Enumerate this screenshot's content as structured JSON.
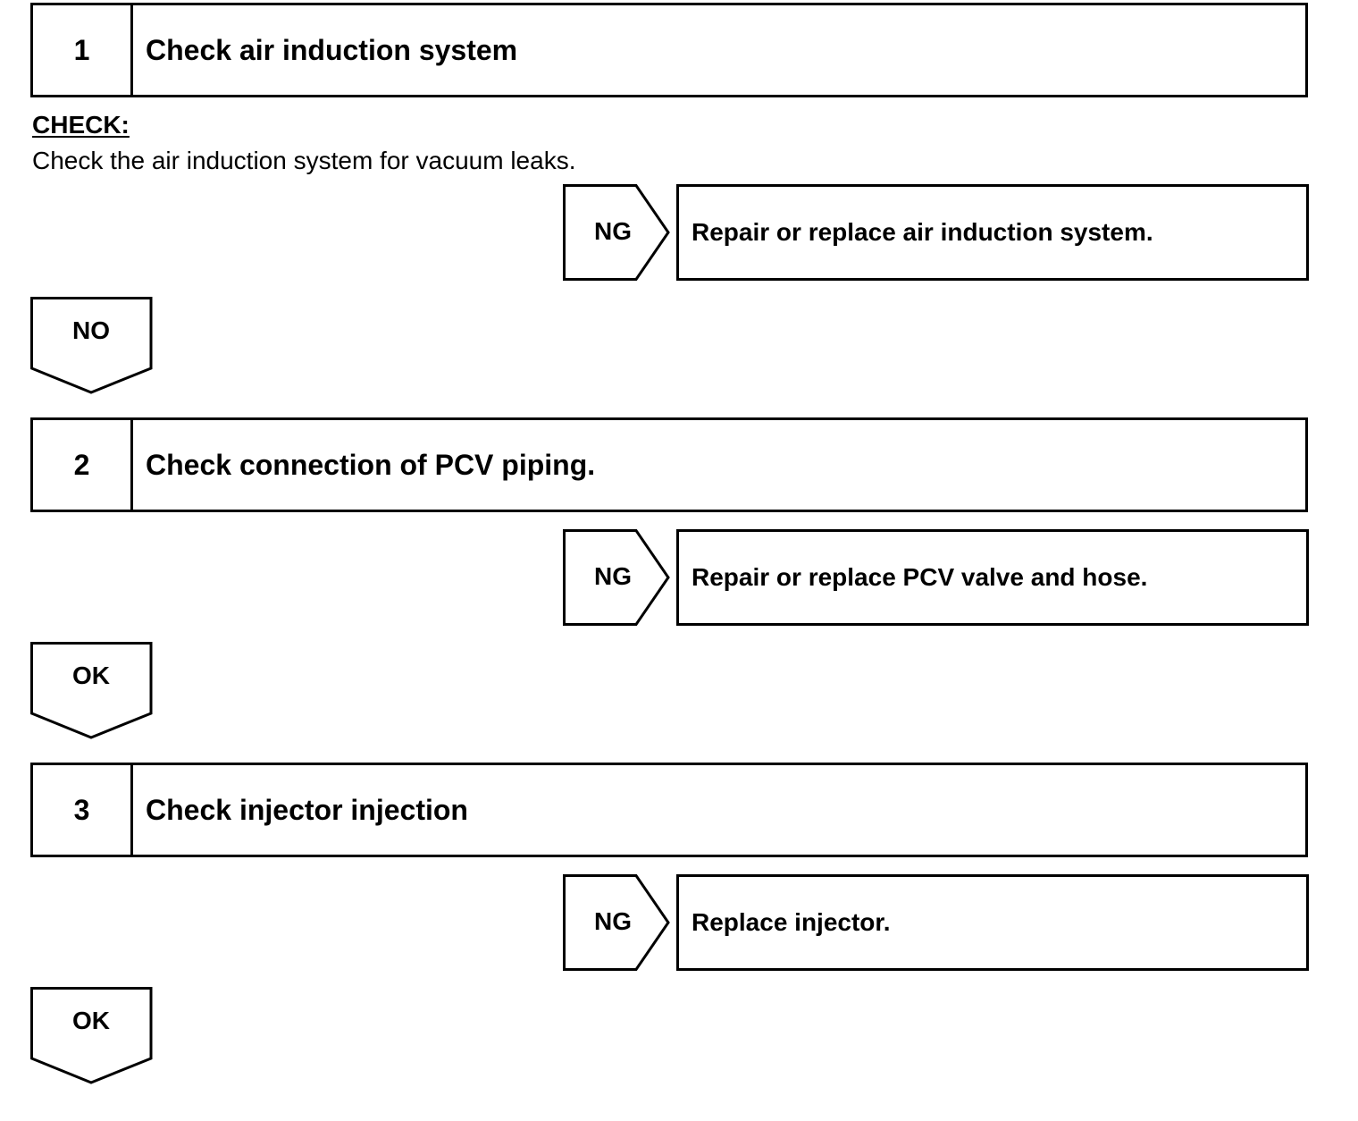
{
  "steps": [
    {
      "number": "1",
      "title": "Check air induction system",
      "check_label": "CHECK:",
      "check_text": "Check the air induction system for vacuum leaks.",
      "ng_label": "NG",
      "ng_action": "Repair or replace air induction system.",
      "next_label": "NO"
    },
    {
      "number": "2",
      "title": "Check connection of PCV piping.",
      "ng_label": "NG",
      "ng_action": "Repair or replace PCV valve and hose.",
      "next_label": "OK"
    },
    {
      "number": "3",
      "title": "Check injector injection",
      "ng_label": "NG",
      "ng_action": "Replace injector.",
      "next_label": "OK"
    }
  ]
}
